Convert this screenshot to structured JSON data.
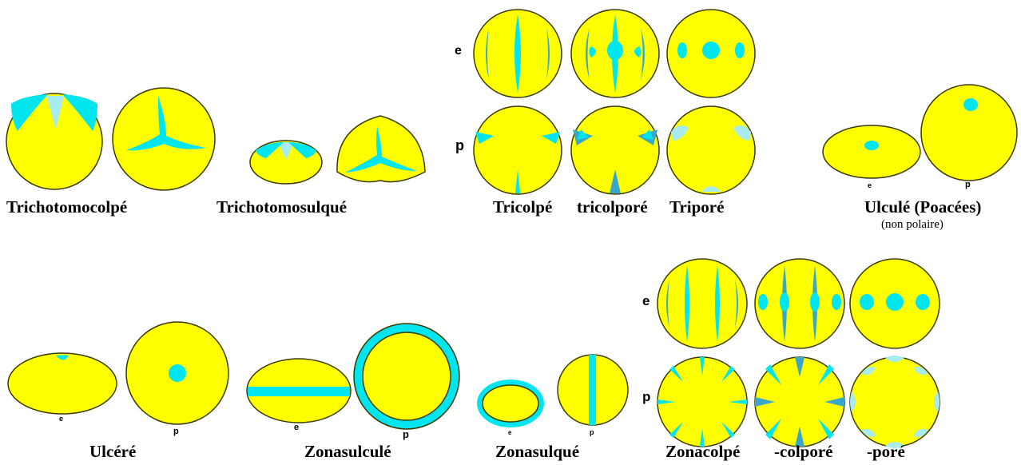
{
  "colors": {
    "grain_fill": "#ffff00",
    "aperture": "#00e5ee",
    "aperture_light": "#a8ecef",
    "aperture_dark": "#3aa7c8",
    "outline": "#3a3a00",
    "background": "#ffffff"
  },
  "labels": {
    "trichotomocolpe": "Trichotomocolpé",
    "trichotomosulque": "Trichotomosulqué",
    "tricolpe": "Tricolpé",
    "tricolpore": "tricolporé",
    "tripore": "Triporé",
    "ulcule": "Ulculé (Poacées)",
    "ulcule_note": "(non polaire)",
    "ulcere": "Ulcéré",
    "zonasulcule": "Zonasulculé",
    "zonasulque": "Zonasulqué",
    "zonacolpe": "Zonacolpé",
    "colpore": "-colporé",
    "pore": "-poré"
  },
  "views": {
    "e": "e",
    "p": "p"
  }
}
